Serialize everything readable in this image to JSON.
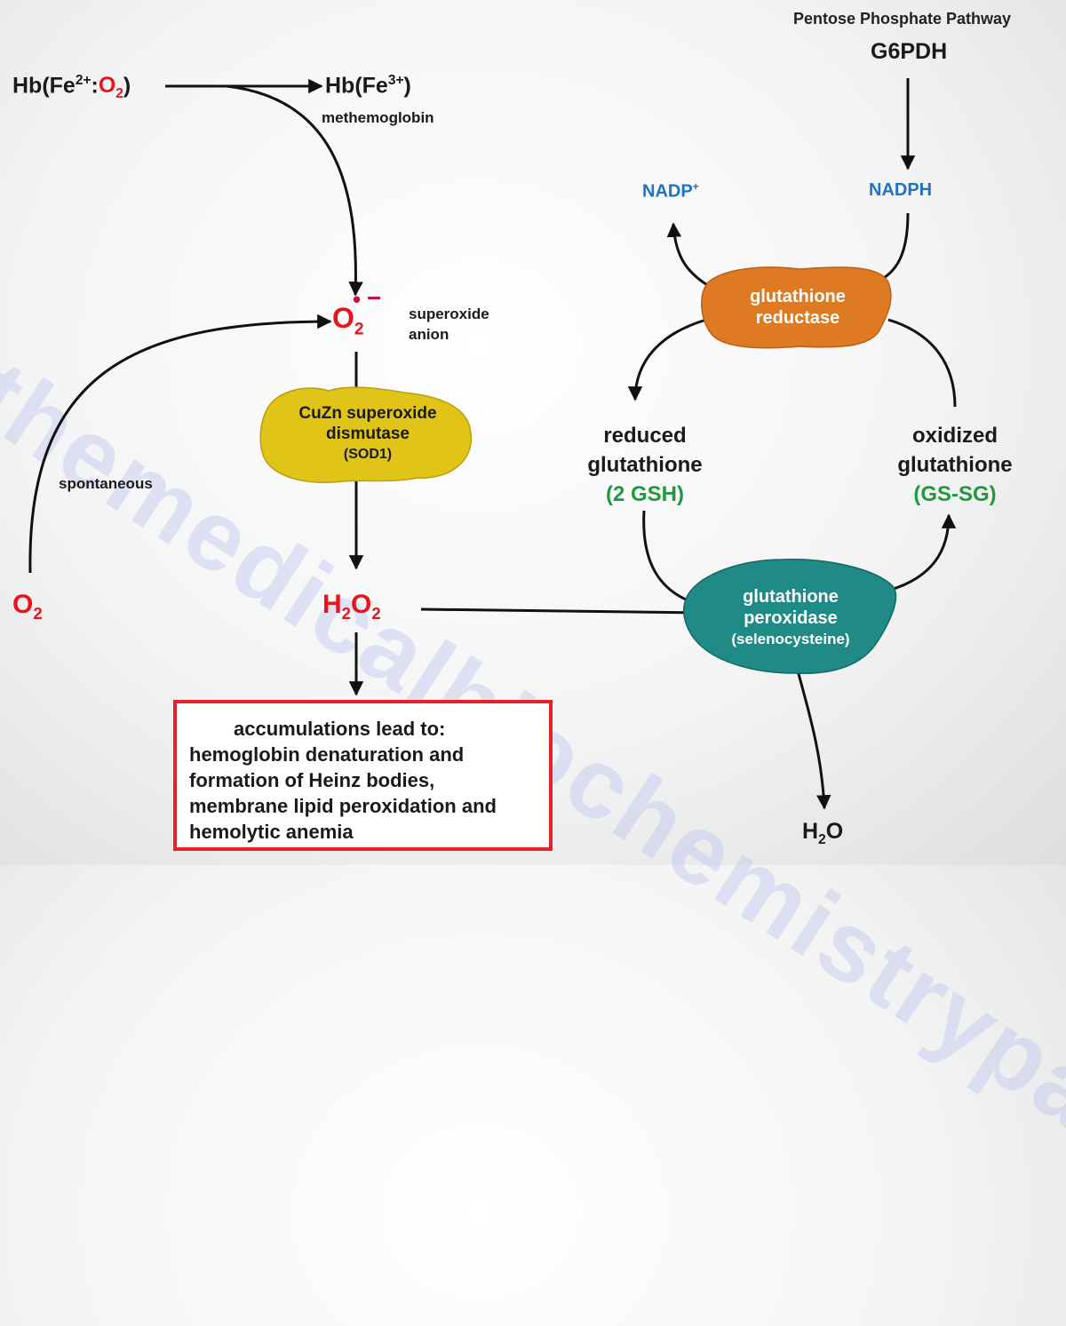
{
  "title": "Pentose Phosphate Pathway",
  "watermark": "themedicalbiochemistrypage.org",
  "hemoglobin": {
    "hb_prefix": "Hb(Fe",
    "hb_charge": "2+",
    "hb_colon": ":",
    "hb_o": "O",
    "hb_o_sub": "2",
    "hb_close": ")",
    "met_prefix": "Hb(Fe",
    "met_charge": "3+",
    "met_close": ")",
    "met_name": "methemoglobin"
  },
  "superoxide": {
    "symbol": "O",
    "sub": "2",
    "radical": "•",
    "charge": "−",
    "line1": "superoxide",
    "line2": "anion"
  },
  "oxygen": {
    "symbol": "O",
    "sub": "2",
    "label": "spontaneous"
  },
  "sod": {
    "line1": "CuZn superoxide",
    "line2": "dismutase",
    "line3": "(SOD1)"
  },
  "h2o2": {
    "h": "H",
    "h_sub": "2",
    "o": "O",
    "o_sub": "2"
  },
  "outcome": {
    "line1": "accumulations lead to:",
    "line2": "hemoglobin denaturation and",
    "line3": "formation of Heinz bodies,",
    "line4": "membrane lipid peroxidation and",
    "line5": "hemolytic anemia"
  },
  "ppp": {
    "enzyme": "G6PDH"
  },
  "nadp": {
    "prefix": "NADP",
    "charge": "+"
  },
  "nadph": {
    "label": "NADPH"
  },
  "gr": {
    "line1": "glutathione",
    "line2": "reductase"
  },
  "gsh": {
    "line1": "reduced",
    "line2": "glutathione",
    "line3": "(2 GSH)"
  },
  "gssg": {
    "line1": "oxidized",
    "line2": "glutathione",
    "line3": "(GS-SG)"
  },
  "gpx": {
    "line1": "glutathione",
    "line2": "peroxidase",
    "line3": "(selenocysteine)"
  },
  "water": {
    "h": "H",
    "h_sub": "2",
    "o": "O"
  },
  "colors": {
    "accent_red": "#e8141b",
    "nadp_blue": "#1f73c2",
    "glutathione_green": "#1f9a3e",
    "sod_yellow": "#e0c418",
    "reductase_orange": "#dd7a22",
    "peroxidase_teal": "#1f8a86",
    "box_border": "#e42229"
  }
}
